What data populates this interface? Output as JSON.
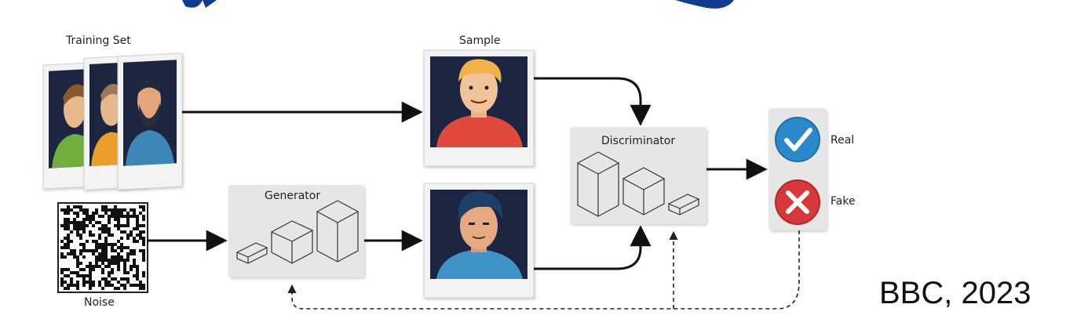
{
  "labels": {
    "training_set": "Training Set",
    "noise": "Noise",
    "sample": "Sample",
    "generator": "Generator",
    "discriminator": "Discriminator",
    "real": "Real",
    "fake": "Fake"
  },
  "citation": "BBC, 2023",
  "colors": {
    "title_blue": "#0f3c8c",
    "real_check": "#2b88c9",
    "fake_cross": "#d9383a",
    "panel_gray": "#e6e6e6",
    "frame_gray": "#f3f3f3",
    "dark_bg": "#1b2640"
  }
}
